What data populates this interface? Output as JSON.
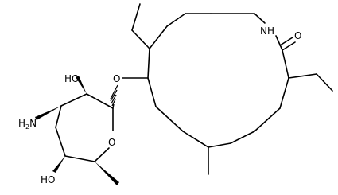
{
  "atom_labels": {
    "lactam_nh": "NH",
    "carbonyl_o": "O",
    "glycosidic_o": "O",
    "ring_o": "O",
    "hydroxyl_c2": "HO",
    "hydroxyl_c4": "HO",
    "amino_c3": "H2N"
  },
  "colors": {
    "bond": "#000000",
    "background": "#ffffff"
  }
}
